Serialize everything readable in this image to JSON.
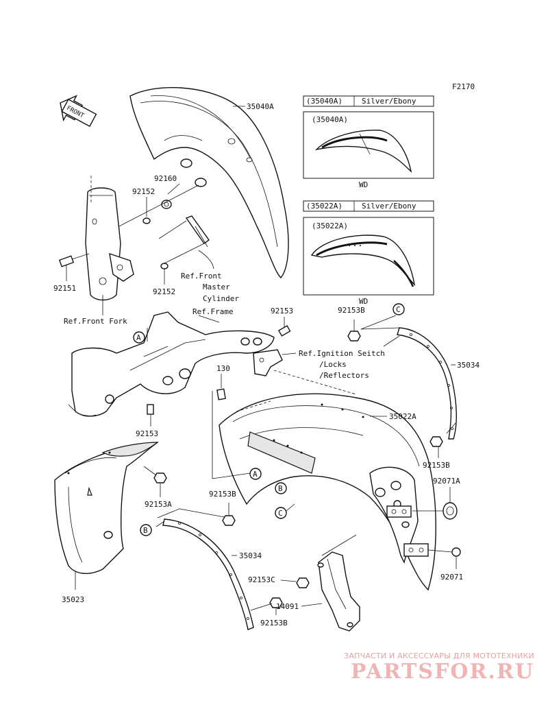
{
  "diagram_code": "F2170",
  "front_label": "FRONT",
  "callouts": {
    "p35040A": "35040A",
    "p92160": "92160",
    "p92152a": "92152",
    "p92152b": "92152",
    "p92151": "92151",
    "p92153a": "92153",
    "p92153b": "92153",
    "p92153B_top": "92153B",
    "p92153B_mid": "92153B",
    "p92153B_low": "92153B",
    "p92153B_bot": "92153B",
    "p92153A": "92153A",
    "p92153C": "92153C",
    "p35034a": "35034",
    "p35034b": "35034",
    "p35022A": "35022A",
    "p92071A": "92071A",
    "p92071": "92071",
    "p35023": "35023",
    "p14091": "14091",
    "p130": "130"
  },
  "refs": {
    "front_master_cyl": [
      "Ref.Front",
      "Master",
      "Cylinder"
    ],
    "front_fork": "Ref.Front Fork",
    "frame": "Ref.Frame",
    "ignition": [
      "Ref.Ignition Seitch",
      "/Locks",
      "/Reflectors"
    ]
  },
  "letters": {
    "A": "A",
    "B": "B",
    "C": "C"
  },
  "variants": [
    {
      "code": "(35040A)",
      "color": "Silver/Ebony",
      "inner_code": "(35040A)",
      "label": "WD"
    },
    {
      "code": "(35022A)",
      "color": "Silver/Ebony",
      "inner_code": "(35022A)",
      "label": "WD"
    }
  ],
  "watermark": {
    "tagline": "ЗАПЧАСТИ И АКСЕССУАРЫ ДЛЯ МОТОТЕХНИКИ",
    "logo": "PARTSFOR.RU"
  }
}
